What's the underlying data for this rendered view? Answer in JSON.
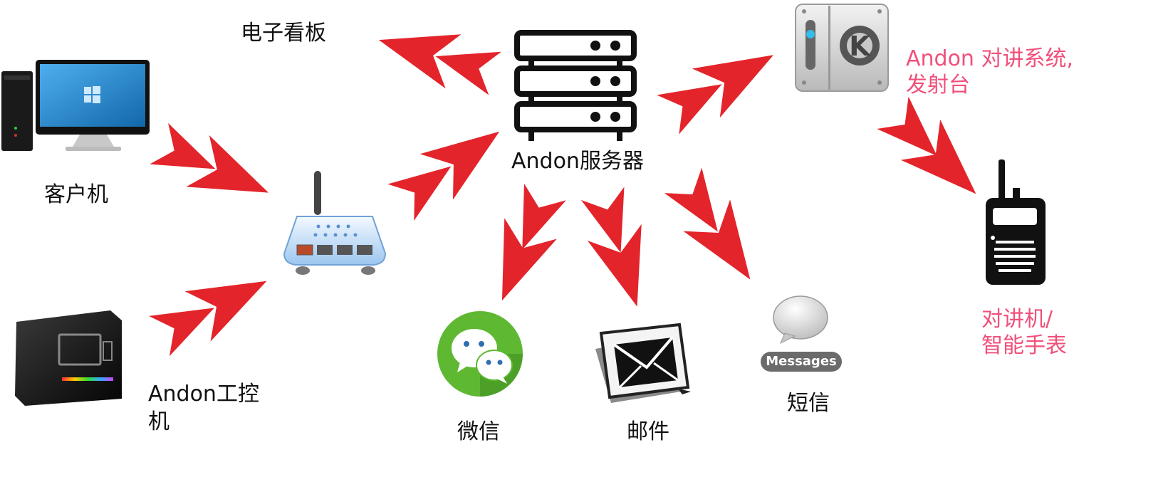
{
  "labels": {
    "client": "客户机",
    "ipc_line1": "Andon工控",
    "ipc_line2": "机",
    "eboard": "电子看板",
    "server": "Andon服务器",
    "intercom_line1": "Andon 对讲系统,",
    "intercom_line2": "发射台",
    "walkie_line1": "对讲机/",
    "walkie_line2": "智能手表",
    "wechat": "微信",
    "mail": "邮件",
    "sms": "短信",
    "messages_badge": "Messages"
  },
  "icons": {
    "client": "desktop-computer-icon",
    "ipc": "industrial-pc-icon",
    "router": "router-icon",
    "server": "server-rack-icon",
    "intercom": "kde-system-icon",
    "walkie": "walkie-talkie-icon",
    "wechat": "wechat-icon",
    "mail": "mail-envelope-icon",
    "sms": "messages-bubble-icon"
  },
  "colors": {
    "arrow": "#e3242b",
    "accent_pink": "#f0507a",
    "wechat_green": "#5fb832",
    "text": "#111111"
  }
}
